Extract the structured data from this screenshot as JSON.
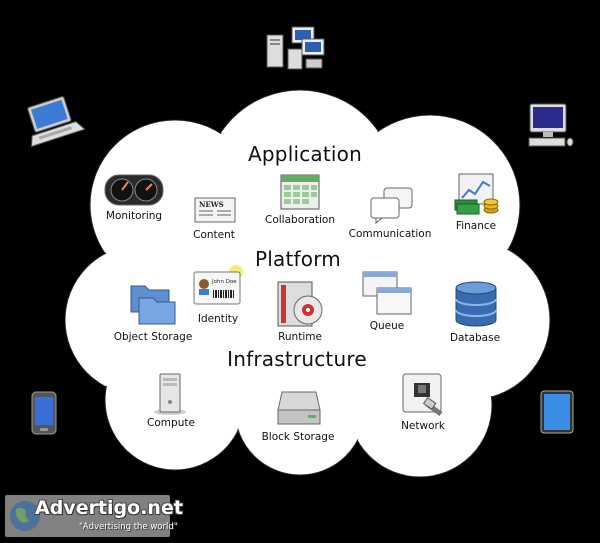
{
  "layers": {
    "application": "Application",
    "platform": "Platform",
    "infrastructure": "Infrastructure"
  },
  "services": {
    "monitoring": "Monitoring",
    "content": "Content",
    "collaboration": "Collaboration",
    "communication": "Communication",
    "finance": "Finance",
    "identity": "Identity",
    "object_storage": "Object Storage",
    "runtime": "Runtime",
    "queue": "Queue",
    "database": "Database",
    "compute": "Compute",
    "block_storage": "Block Storage",
    "network": "Network"
  },
  "icon_texts": {
    "news": "NEWS",
    "badge_name": "John Doe"
  },
  "devices": [
    "servers-icon",
    "laptop-icon",
    "desktop-icon",
    "phone-icon",
    "tablet-icon"
  ],
  "watermark": {
    "site": "Advertigo.net",
    "tagline": "\"Advertising the world\""
  },
  "colors": {
    "background": "#000000",
    "cloud": "#ffffff",
    "text": "#111111"
  }
}
